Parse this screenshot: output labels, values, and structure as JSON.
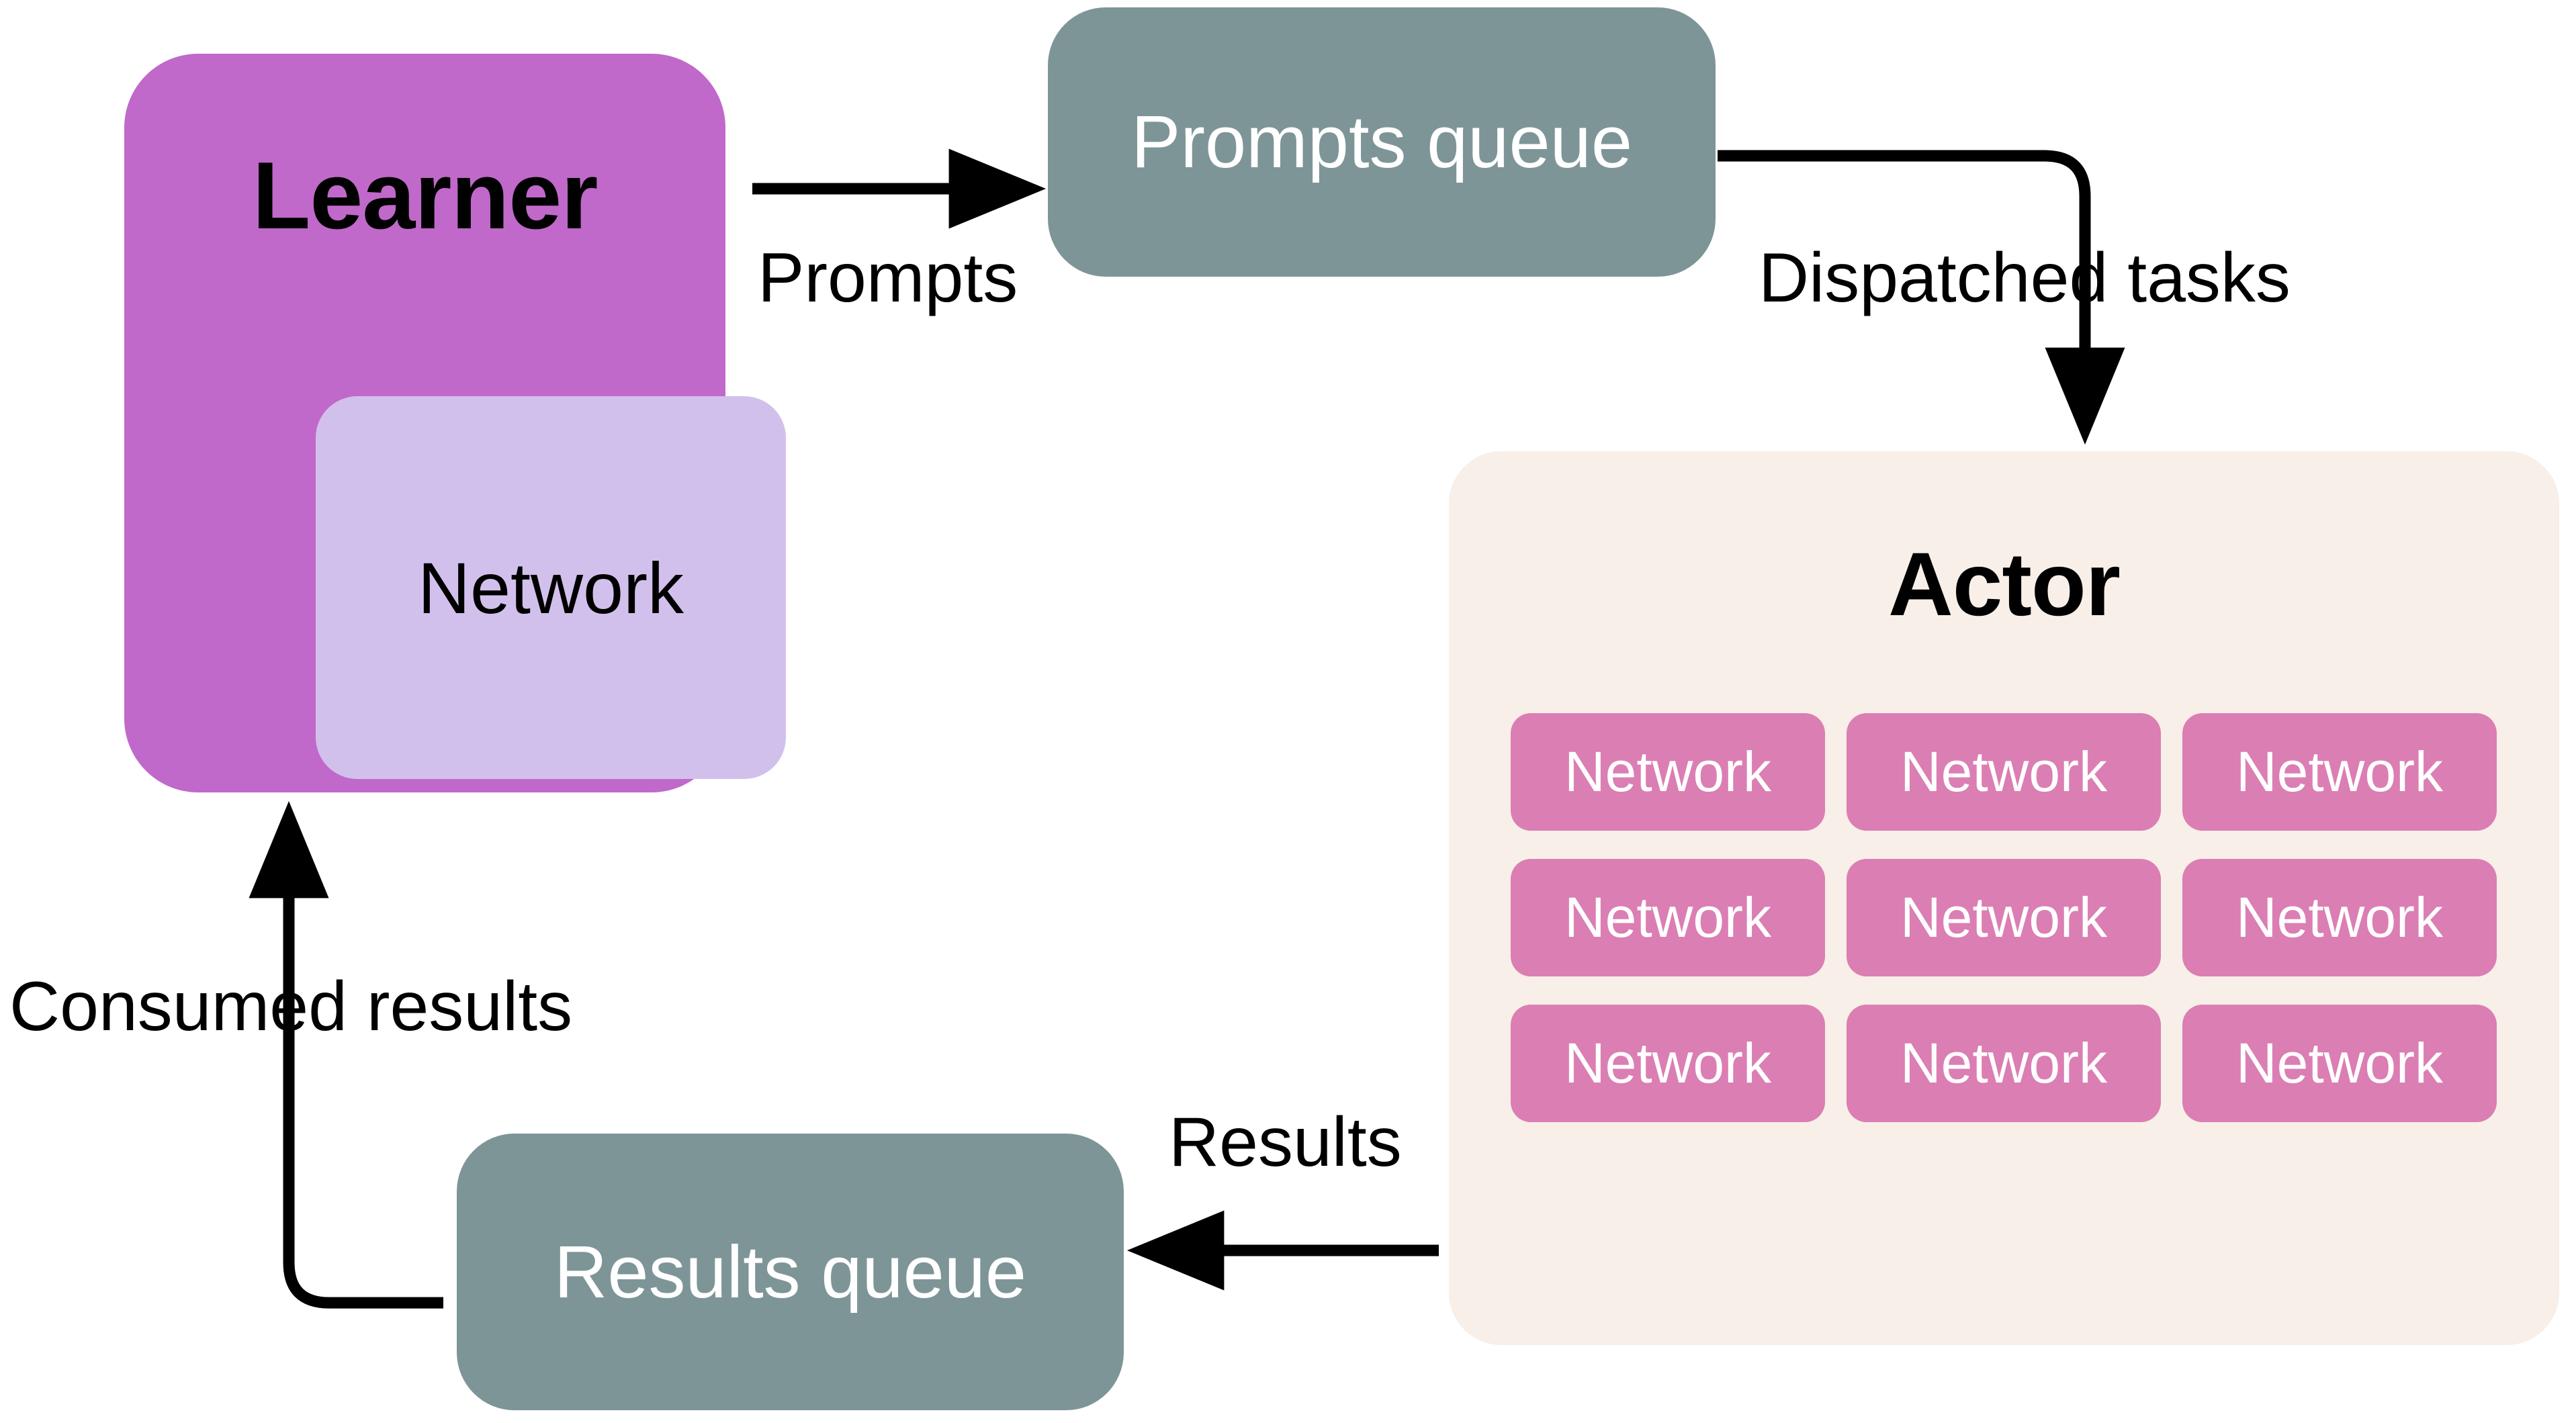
{
  "diagram": {
    "title": "Learner-Actor distributed rollout architecture",
    "background_color": "#FFFFFF"
  },
  "learner": {
    "title": "Learner",
    "color": "#C069CA",
    "network_label": "Network",
    "network_color": "#D2C0EC"
  },
  "prompts_queue": {
    "label": "Prompts queue",
    "color": "#7E9598",
    "text_color": "#FFFFFF"
  },
  "results_queue": {
    "label": "Results queue",
    "color": "#7E9598",
    "text_color": "#FFFFFF"
  },
  "actor": {
    "title": "Actor",
    "color": "#F7EFE8",
    "network_color": "#DB7EB3",
    "network_text_color": "#FFFFFF",
    "networks": [
      "Network",
      "Network",
      "Network",
      "Network",
      "Network",
      "Network",
      "Network",
      "Network",
      "Network"
    ]
  },
  "edges": [
    {
      "id": "prompts",
      "label": "Prompts",
      "from": "learner",
      "to": "prompts_queue",
      "direction": "right"
    },
    {
      "id": "dispatched",
      "label": "Dispatched tasks",
      "from": "prompts_queue",
      "to": "actor",
      "direction": "down"
    },
    {
      "id": "results",
      "label": "Results",
      "from": "actor",
      "to": "results_queue",
      "direction": "left"
    },
    {
      "id": "consumed",
      "label": "Consumed results",
      "from": "results_queue",
      "to": "learner",
      "direction": "up"
    }
  ],
  "colors": {
    "arrow": "#000000",
    "text_dark": "#000000",
    "text_light": "#FFFFFF"
  }
}
